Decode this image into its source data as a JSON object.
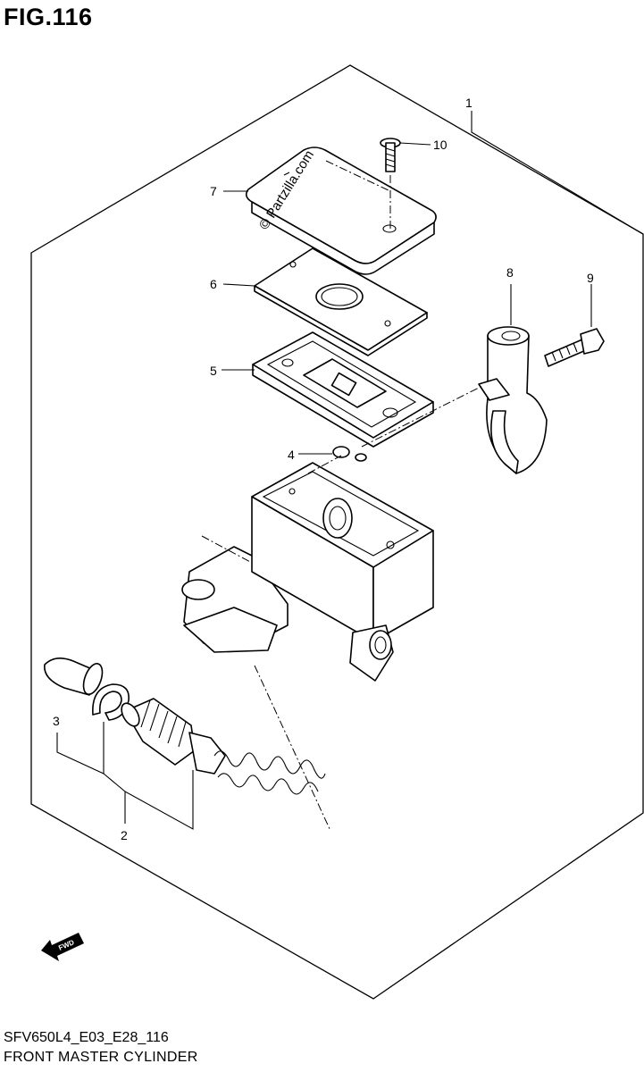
{
  "figure": {
    "title": "FIG.116",
    "code": "SFV650L4_E03_E28_116",
    "name": "FRONT MASTER CYLINDER"
  },
  "watermark": "© Partzilla.com",
  "fwd_label": "FWD",
  "callouts": [
    {
      "id": "1",
      "label": "1"
    },
    {
      "id": "2",
      "label": "2"
    },
    {
      "id": "3",
      "label": "3"
    },
    {
      "id": "4",
      "label": "4"
    },
    {
      "id": "5",
      "label": "5"
    },
    {
      "id": "6",
      "label": "6"
    },
    {
      "id": "7",
      "label": "7"
    },
    {
      "id": "8",
      "label": "8"
    },
    {
      "id": "9",
      "label": "9"
    },
    {
      "id": "10",
      "label": "10"
    }
  ]
}
